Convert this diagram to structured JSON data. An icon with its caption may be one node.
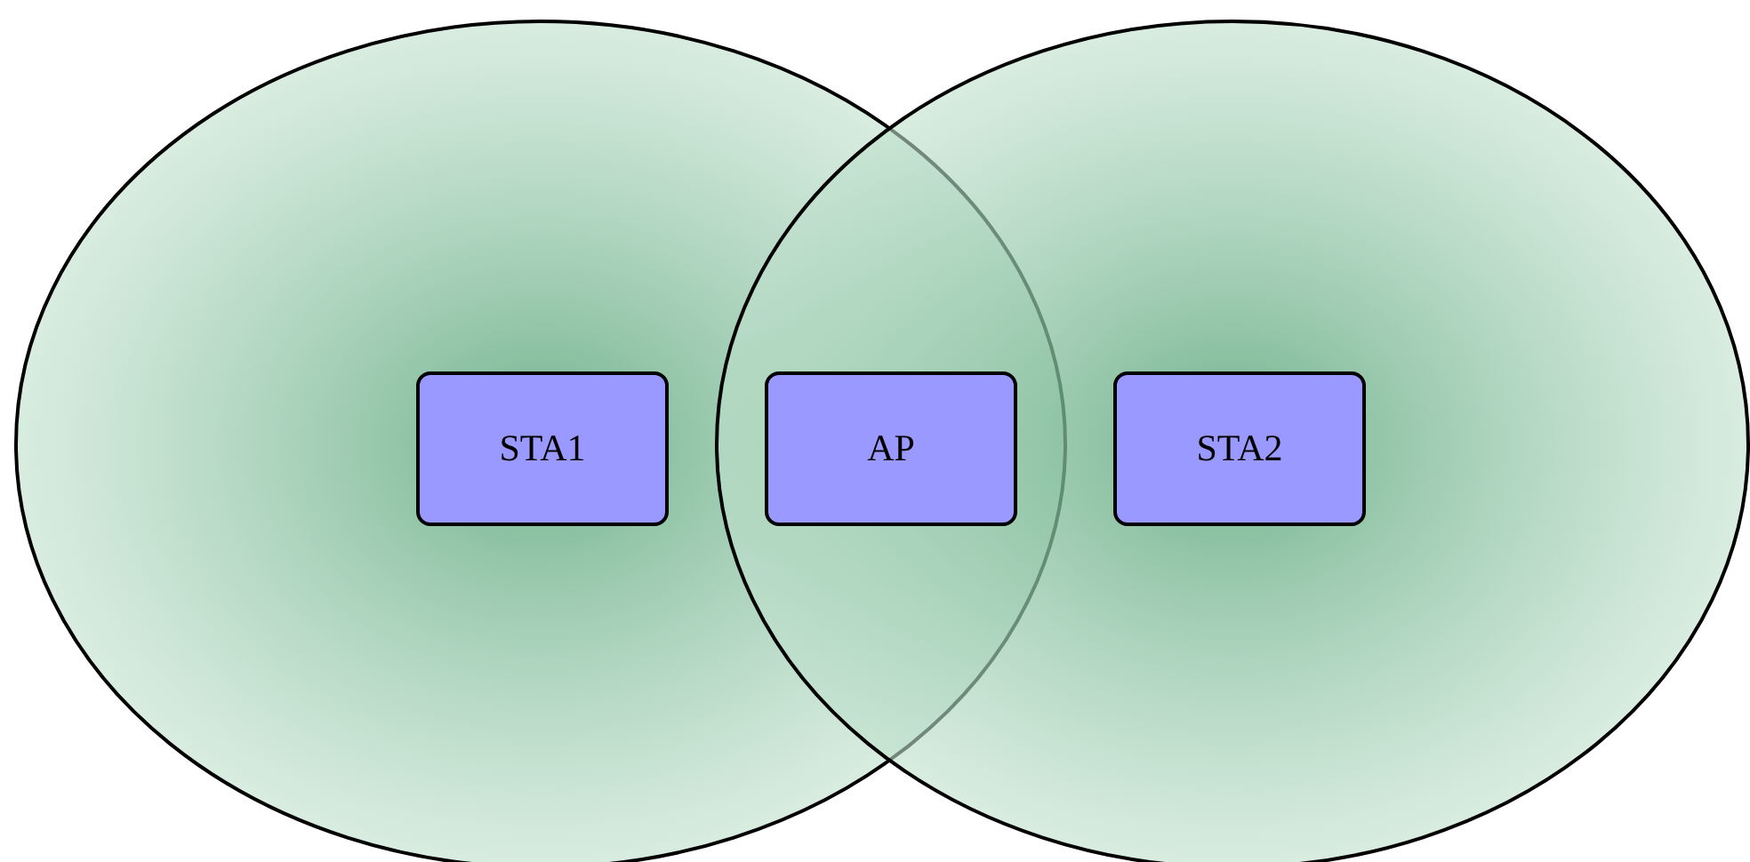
{
  "diagram": {
    "nodes": [
      {
        "text": [
          "STA1"
        ]
      },
      {
        "text": [
          "AP"
        ]
      },
      {
        "text": [
          "STA2"
        ]
      }
    ]
  }
}
